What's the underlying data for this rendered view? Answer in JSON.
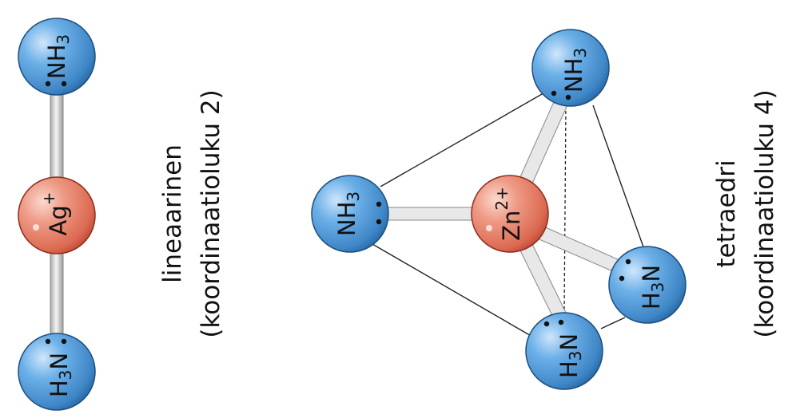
{
  "colors": {
    "ligand": "#4a90cf",
    "ligand_dark": "#1f5f9c",
    "metal": "#e07862",
    "metal_dark": "#b8402c",
    "bond": "#d6d6d6",
    "outline": "#222222"
  },
  "linear": {
    "metal": {
      "main": "Ag",
      "sup": "+"
    },
    "ligand_top": {
      "main": "NH",
      "sub": "3"
    },
    "ligand_bottom": {
      "pre": "H",
      "sub": "3",
      "main": "N"
    },
    "caption_line1": "lineaarinen",
    "caption_line2": "(koordinaatioluku 2)"
  },
  "tetrahedral": {
    "metal": {
      "main": "Zn",
      "sup": "2+"
    },
    "ligand_top": {
      "main": "NH",
      "sub": "3"
    },
    "ligand_left": {
      "main": "NH",
      "sub": "3"
    },
    "ligand_right": {
      "pre": "H",
      "sub": "3",
      "main": "N"
    },
    "ligand_bottom": {
      "pre": "H",
      "sub": "3",
      "main": "N"
    },
    "caption_line1": "tetraedri",
    "caption_line2": "(koordinaatioluku 4)"
  }
}
